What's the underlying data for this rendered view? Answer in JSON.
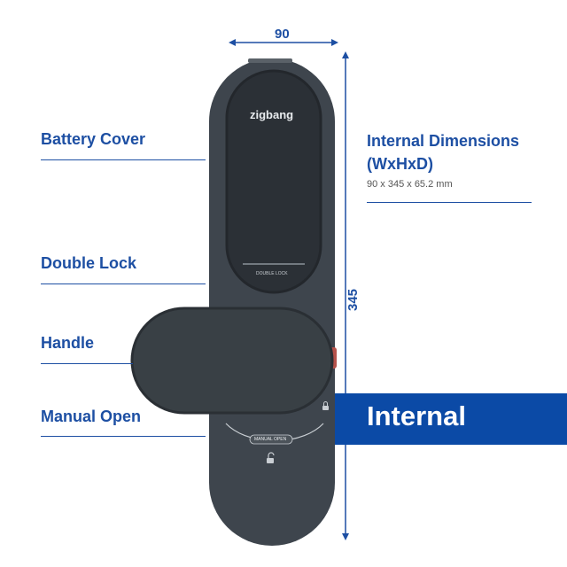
{
  "labels": {
    "battery_cover": "Battery Cover",
    "double_lock": "Double Lock",
    "handle": "Handle",
    "manual_open": "Manual Open"
  },
  "right": {
    "title": "Internal Dimensions (WxHxD)",
    "dimensions_text": "90 x 345 x 65.2 mm"
  },
  "banner": {
    "text": "Internal"
  },
  "dimensions": {
    "width": "90",
    "height": "345"
  },
  "device": {
    "brand": "zigbang",
    "double_lock_text": "DOUBLE LOCK",
    "manual_open_text": "MANUAL OPEN"
  },
  "colors": {
    "accent": "#1d4fa3",
    "banner": "#0b4aa6",
    "device_body": "#3e454d",
    "device_panel": "#2b3036",
    "handle_red": "#b5524b"
  }
}
